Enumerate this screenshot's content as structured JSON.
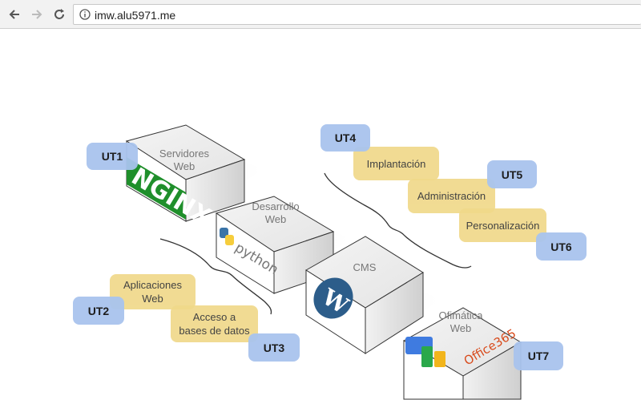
{
  "browser": {
    "url": "imw.alu5971.me"
  },
  "diagram": {
    "boxes": [
      {
        "line1": "Servidores",
        "line2": "Web",
        "logo": "nginx-logo"
      },
      {
        "line1": "Desarrollo",
        "line2": "Web",
        "logo": "python-logo"
      },
      {
        "line1": "CMS",
        "line2": "",
        "logo": "wordpress-logo"
      },
      {
        "line1": "Ofimática",
        "line2": "Web",
        "logo": "office-logo"
      }
    ],
    "units": [
      "UT1",
      "UT2",
      "UT3",
      "UT4",
      "UT5",
      "UT6",
      "UT7"
    ],
    "topics": {
      "aplicaciones_1": "Aplicaciones",
      "aplicaciones_2": "Web",
      "acceso_1": "Acceso a",
      "acceso_2": "bases de datos",
      "implantacion": "Implantación",
      "administracion": "Administración",
      "personalizacion": "Personalización"
    }
  }
}
